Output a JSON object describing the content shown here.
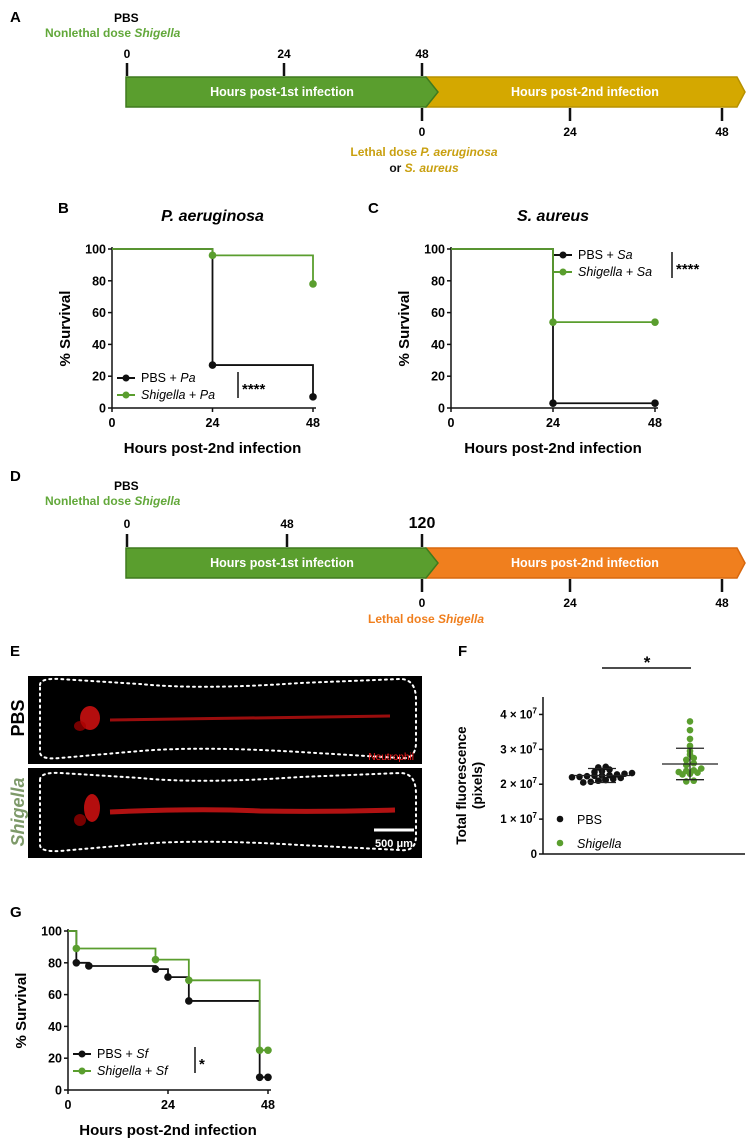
{
  "colors": {
    "green": "#5a9e2e",
    "green_text": "#62a83a",
    "gold": "#d4a800",
    "gold_text": "#c9a010",
    "orange": "#f07f1e",
    "black": "#111111",
    "neutrophil": "#ff2020",
    "shigella_label": "#7e9a6a"
  },
  "panel_labels": {
    "a": "A",
    "b": "B",
    "c": "C",
    "d": "D",
    "e": "E",
    "f": "F",
    "g": "G"
  },
  "timeline_a": {
    "top1": "PBS",
    "top2_prefix": "Nonlethal dose ",
    "top2_italic": "Shigella",
    "top_ticks": [
      "0",
      "24",
      "48"
    ],
    "bar1": "Hours post-1st infection",
    "bar2": "Hours post-2nd infection",
    "bottom_ticks": [
      "0",
      "24",
      "48"
    ],
    "bottom1_prefix": "Lethal dose ",
    "bottom1_italic": "P. aeruginosa",
    "bottom2_prefix": "or ",
    "bottom2_italic": "S. aureus"
  },
  "timeline_d": {
    "top1": "PBS",
    "top2_prefix": "Nonlethal dose ",
    "top2_italic": "Shigella",
    "top_ticks": [
      "0",
      "48",
      "120"
    ],
    "bar1": "Hours post-1st infection",
    "bar2": "Hours post-2nd infection",
    "bottom_ticks": [
      "0",
      "24",
      "48"
    ],
    "bottom1_prefix": "Lethal dose ",
    "bottom1_italic": "Shigella"
  },
  "micrographs": {
    "top_label": "PBS",
    "bottom_label": "Shigella",
    "channel": "Neutrophil",
    "scale_bar": "500 μm"
  },
  "chart_data": [
    {
      "id": "B",
      "type": "line",
      "title": "P. aeruginosa",
      "xlabel": "Hours post-2nd infection",
      "ylabel": "% Survival",
      "xlim": [
        0,
        48
      ],
      "ylim": [
        0,
        100
      ],
      "xticks": [
        "0",
        "24",
        "48"
      ],
      "yticks": [
        "0",
        "20",
        "40",
        "60",
        "80",
        "100"
      ],
      "significance": "****",
      "legend_position": "bottom-left",
      "series": [
        {
          "name_prefix": "PBS + ",
          "name_italic": "Pa",
          "color": "black",
          "points": [
            [
              0,
              100
            ],
            [
              24,
              27
            ],
            [
              48,
              7
            ]
          ]
        },
        {
          "name_prefix": "",
          "name_italic": "Shigella",
          "name_suffix": " + ",
          "name_italic2": "Pa",
          "color": "green",
          "points": [
            [
              0,
              100
            ],
            [
              24,
              96
            ],
            [
              48,
              78
            ]
          ]
        }
      ]
    },
    {
      "id": "C",
      "type": "line",
      "title": "S. aureus",
      "xlabel": "Hours post-2nd infection",
      "ylabel": "% Survival",
      "xlim": [
        0,
        48
      ],
      "ylim": [
        0,
        100
      ],
      "xticks": [
        "0",
        "24",
        "48"
      ],
      "yticks": [
        "0",
        "20",
        "40",
        "60",
        "80",
        "100"
      ],
      "significance": "****",
      "legend_position": "top-right",
      "series": [
        {
          "name_prefix": "PBS + ",
          "name_italic": "Sa",
          "color": "black",
          "points": [
            [
              0,
              100
            ],
            [
              24,
              3
            ],
            [
              48,
              3
            ]
          ]
        },
        {
          "name_prefix": "",
          "name_italic": "Shigella",
          "name_suffix": " + ",
          "name_italic2": "Sa",
          "color": "green",
          "points": [
            [
              0,
              100
            ],
            [
              24,
              54
            ],
            [
              48,
              54
            ]
          ]
        }
      ]
    },
    {
      "id": "F",
      "type": "scatter",
      "ylabel_line1": "Total fluorescence",
      "ylabel_line2": "(pixels)",
      "ylim": [
        0,
        45000000
      ],
      "yticks": [
        "0",
        "1 × 10^7",
        "2 × 10^7",
        "3 × 10^7",
        "4 × 10^7"
      ],
      "ytick_values": [
        0,
        10000000,
        20000000,
        30000000,
        40000000
      ],
      "significance": "*",
      "legend_position": "bottom-left",
      "series": [
        {
          "name": "PBS",
          "color": "black",
          "mean": 22500000,
          "sd": 2000000,
          "values": [
            20500000,
            20700000,
            21000000,
            21200000,
            21500000,
            21800000,
            22000000,
            22100000,
            22300000,
            22400000,
            22500000,
            22600000,
            22800000,
            23000000,
            23200000,
            23500000,
            23800000,
            24200000,
            24800000,
            25000000
          ]
        },
        {
          "name": "Shigella",
          "color": "green",
          "mean": 25800000,
          "sd": 4500000,
          "values": [
            20800000,
            21000000,
            22800000,
            23000000,
            23300000,
            23500000,
            23800000,
            24000000,
            24500000,
            25500000,
            26000000,
            27000000,
            27500000,
            28500000,
            29500000,
            31000000,
            33000000,
            35500000,
            38000000
          ]
        }
      ]
    },
    {
      "id": "G",
      "type": "line",
      "xlabel": "Hours post-2nd infection",
      "ylabel": "% Survival",
      "xlim": [
        0,
        48
      ],
      "ylim": [
        0,
        100
      ],
      "xticks": [
        "0",
        "24",
        "48"
      ],
      "yticks": [
        "0",
        "20",
        "40",
        "60",
        "80",
        "100"
      ],
      "significance": "*",
      "legend_position": "bottom-left",
      "series": [
        {
          "name_prefix": "PBS + ",
          "name_italic": "Sf",
          "color": "black",
          "points": [
            [
              0,
              100
            ],
            [
              2,
              80
            ],
            [
              5,
              78
            ],
            [
              21,
              76
            ],
            [
              24,
              71
            ],
            [
              29,
              56
            ],
            [
              46,
              8
            ],
            [
              48,
              8
            ]
          ]
        },
        {
          "name_prefix": "",
          "name_italic": "Shigella",
          "name_suffix": " + ",
          "name_italic2": "Sf",
          "color": "green",
          "points": [
            [
              0,
              100
            ],
            [
              2,
              89
            ],
            [
              21,
              82
            ],
            [
              29,
              69
            ],
            [
              46,
              25
            ],
            [
              48,
              25
            ]
          ]
        }
      ]
    }
  ]
}
